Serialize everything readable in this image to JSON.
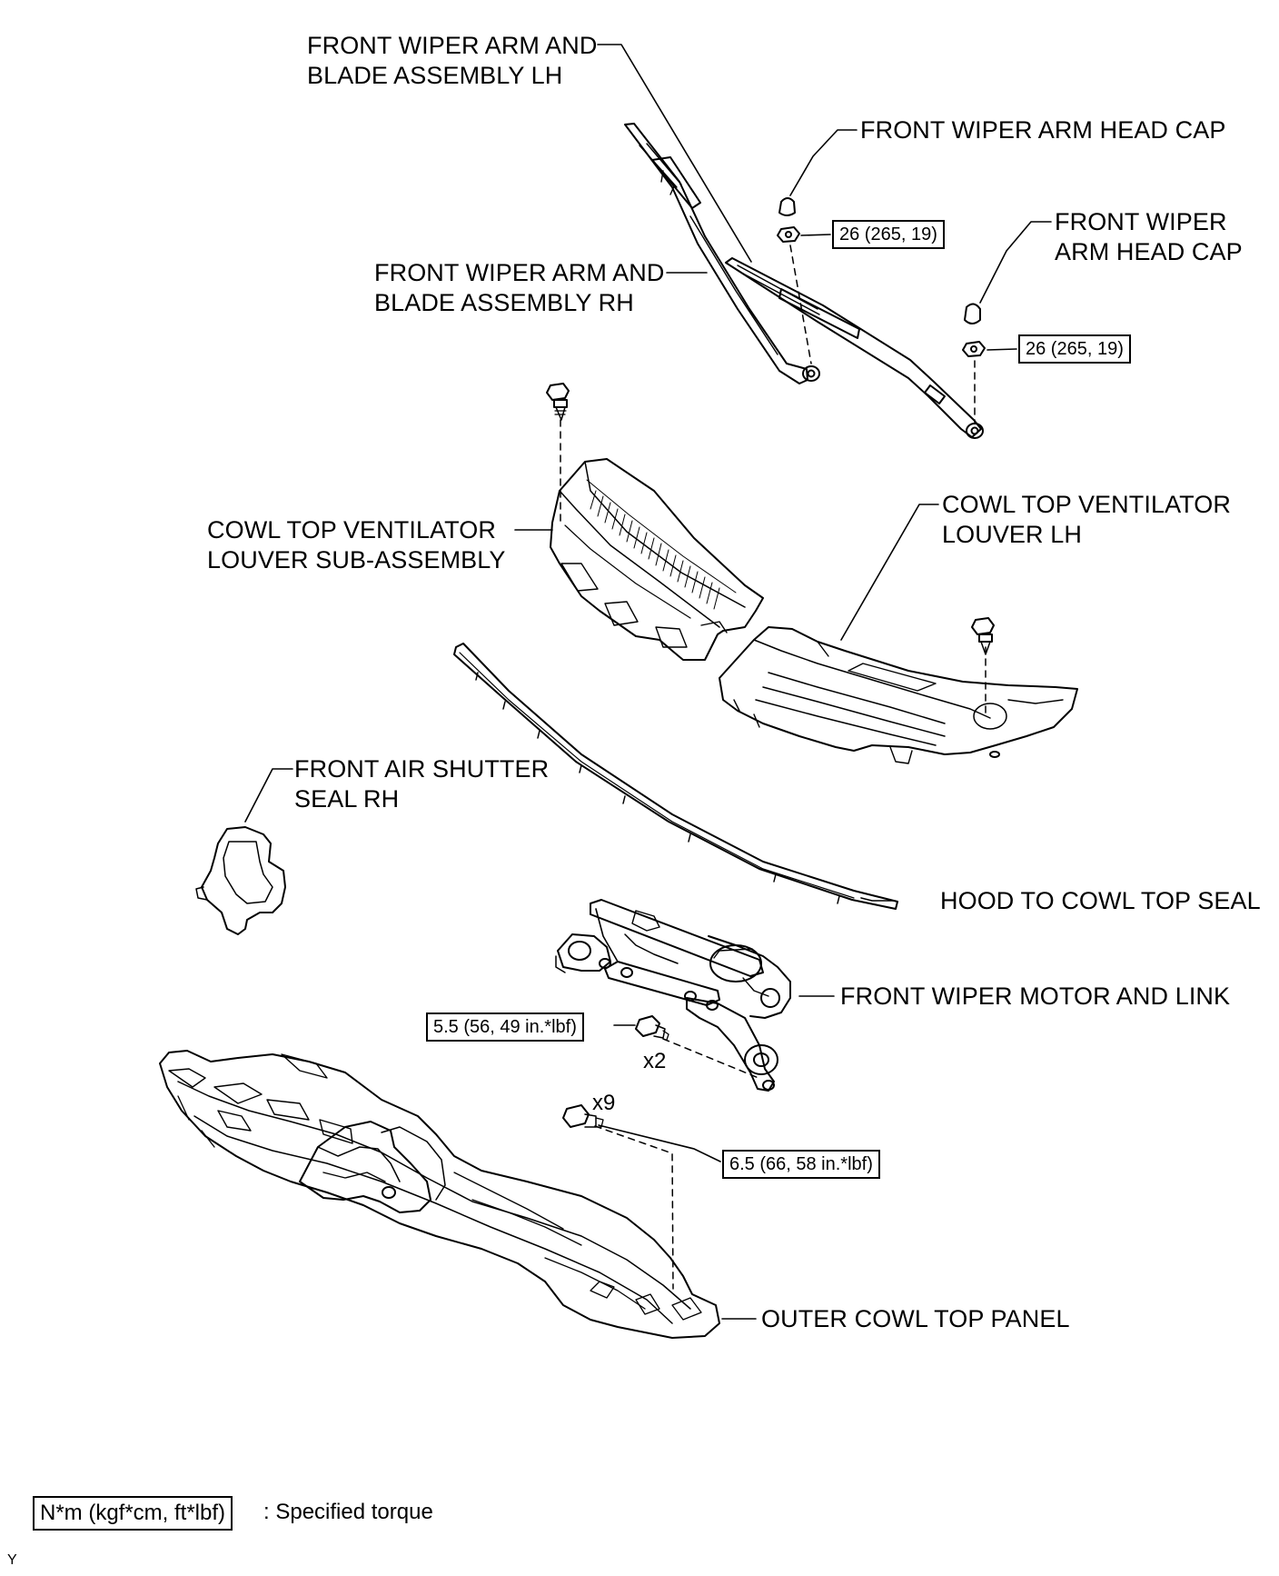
{
  "labels": {
    "wiper_arm_lh": [
      "FRONT WIPER ARM AND",
      "BLADE ASSEMBLY LH"
    ],
    "head_cap_1": [
      "FRONT WIPER ARM HEAD CAP"
    ],
    "head_cap_2": [
      "FRONT WIPER",
      "ARM HEAD CAP"
    ],
    "wiper_arm_rh": [
      "FRONT WIPER ARM AND",
      "BLADE ASSEMBLY RH"
    ],
    "louver_sub": [
      "COWL TOP VENTILATOR",
      "LOUVER SUB-ASSEMBLY"
    ],
    "louver_lh": [
      "COWL TOP VENTILATOR",
      "LOUVER LH"
    ],
    "air_shutter": [
      "FRONT AIR SHUTTER",
      "SEAL RH"
    ],
    "hood_seal": [
      "HOOD TO COWL TOP SEAL"
    ],
    "motor_link": [
      "FRONT WIPER MOTOR AND LINK"
    ],
    "outer_panel": [
      "OUTER COWL TOP PANEL"
    ]
  },
  "torque": {
    "nut_1": "26 (265, 19)",
    "nut_2": "26 (265, 19)",
    "motor_bolt": "5.5 (56, 49 in.*lbf)",
    "panel_bolt": "6.5 (66, 58 in.*lbf)"
  },
  "quantities": {
    "motor_bolt": "x2",
    "panel_bolt": "x9"
  },
  "legend": {
    "box": "N*m (kgf*cm, ft*lbf)",
    "text": ": Specified torque"
  },
  "figure_code": "Y"
}
